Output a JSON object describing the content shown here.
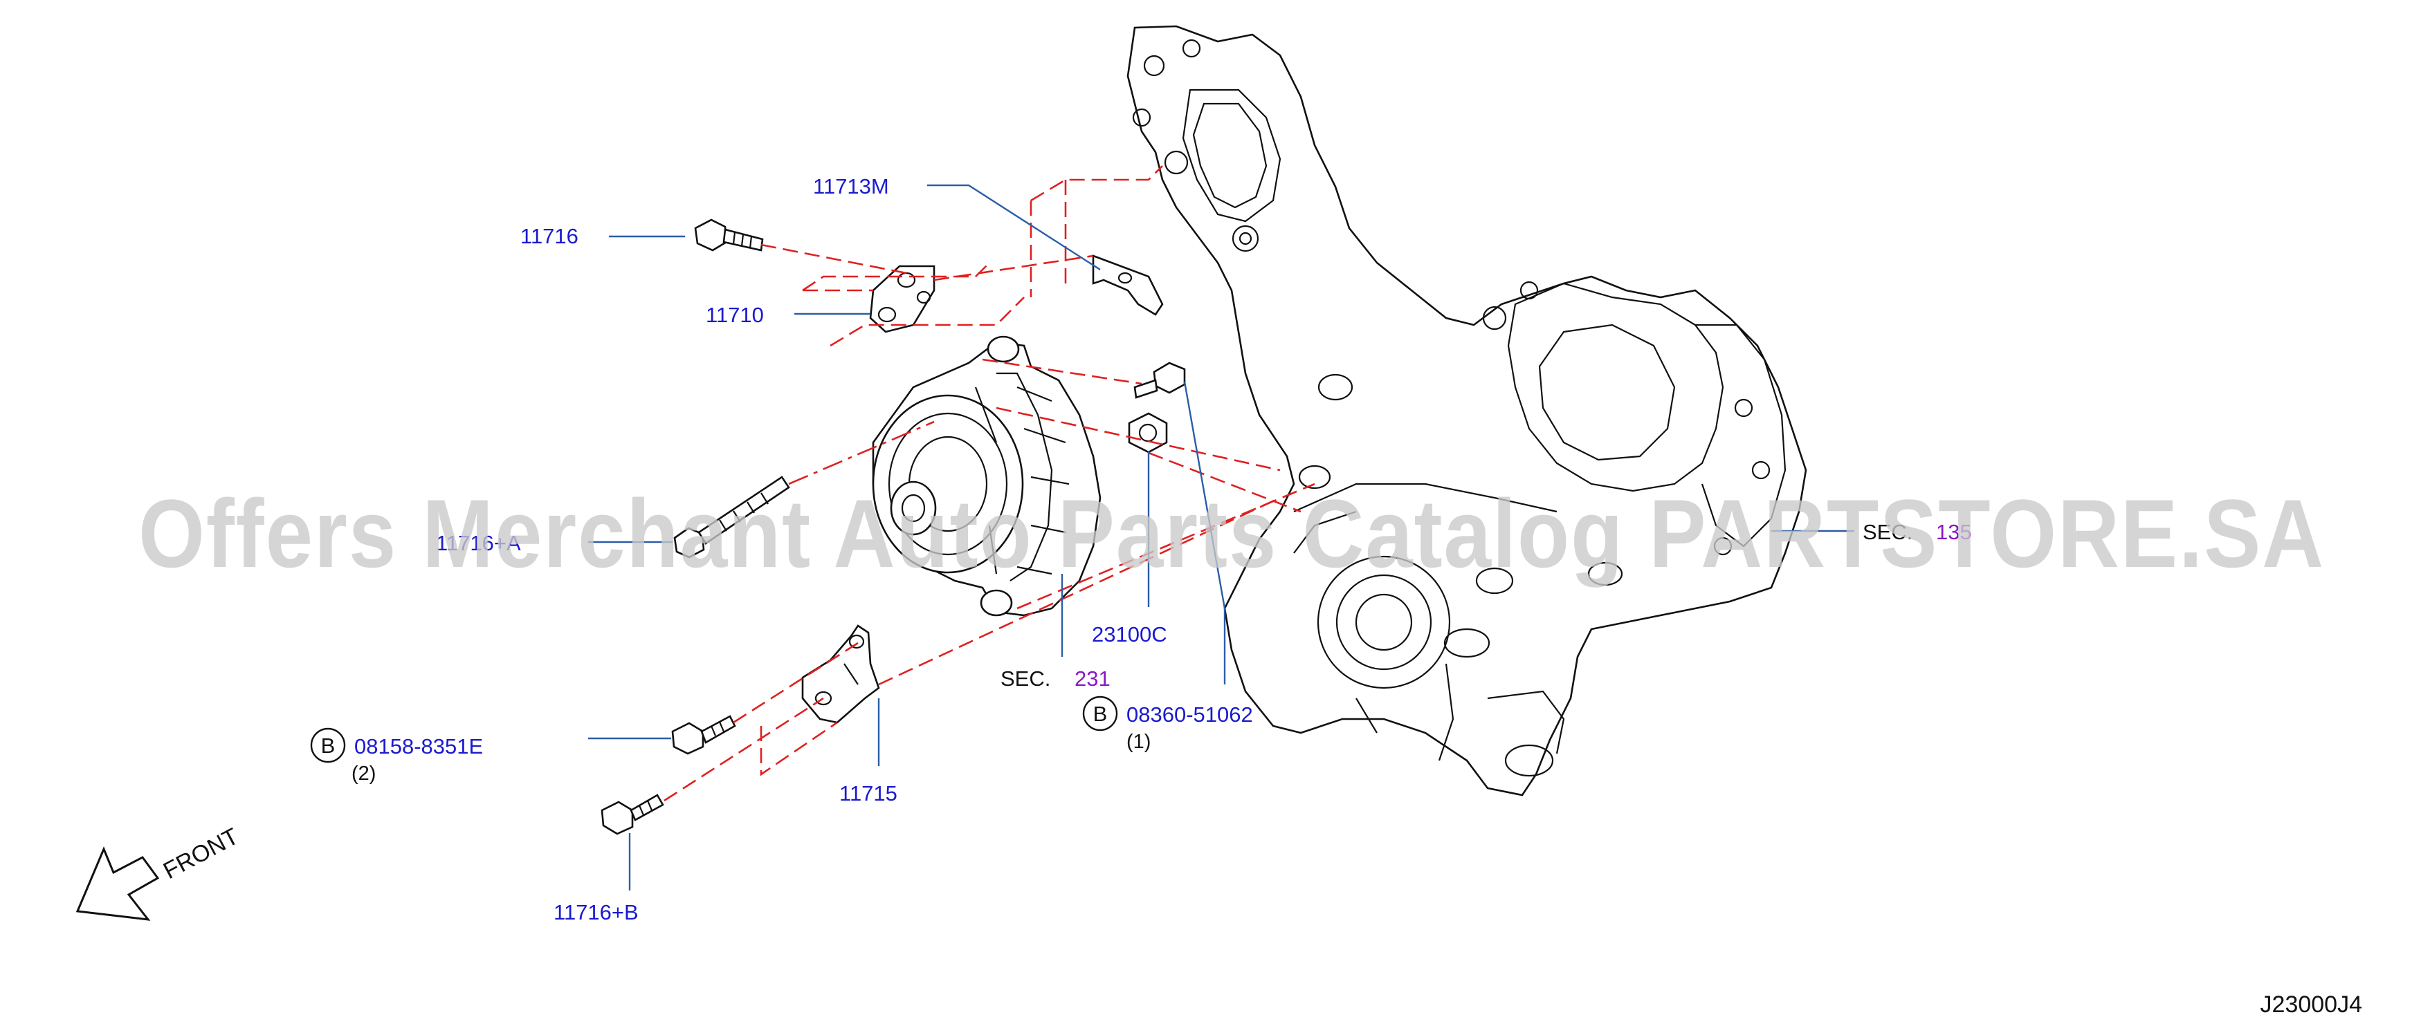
{
  "callouts": {
    "p11713m": "11713M",
    "p11716": "11716",
    "p11710": "11710",
    "p11716a": "11716+A",
    "p23100c": "23100C",
    "sec231_prefix": "SEC.",
    "sec231_num": "231",
    "sec135_prefix": "SEC.",
    "sec135_num": "135",
    "bolt_b_left": "08158-8351E",
    "bolt_b_left_qty": "(2)",
    "bolt_b_right": "08360-51062",
    "bolt_b_right_qty": "(1)",
    "p11715": "11715",
    "p11716b": "11716+B",
    "circle_letter_left": "B",
    "circle_letter_right": "B"
  },
  "front_label": "FRONT",
  "diagram_code": "J23000J4",
  "watermark": "Offers Merchant Auto Parts Catalog PARTSTORE.SA",
  "colors": {
    "callout_text": "#1a1ad0",
    "section_number": "#8a18c8",
    "leader_line": "#2b5ea8",
    "assembly_dash": "#e02020",
    "watermark": "#c9c9c9"
  }
}
